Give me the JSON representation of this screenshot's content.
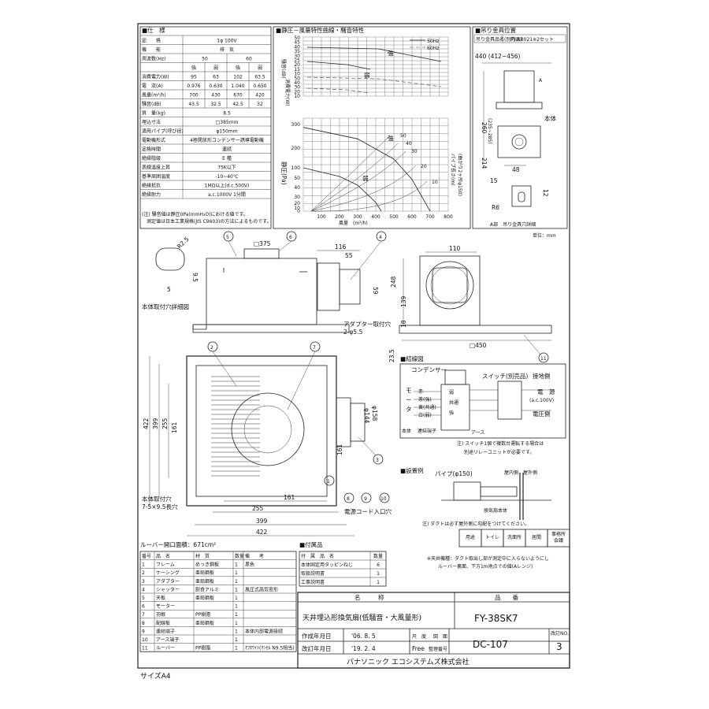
{
  "spec": {
    "header": "■仕　様",
    "rows": [
      [
        "定　　格",
        "1φ 100V"
      ],
      [
        "機　　能",
        "排　気"
      ],
      [
        "周波数(Hz)",
        "50",
        "60"
      ],
      [
        "",
        "強",
        "弱",
        "強",
        "弱"
      ],
      [
        "消費電力(W)",
        "95",
        "63",
        "102",
        "63.5"
      ],
      [
        "電　流(A)",
        "0.976",
        "0.630",
        "1.040",
        "0.650"
      ],
      [
        "風量(m³/h)",
        "700",
        "430",
        "670",
        "420"
      ],
      [
        "騒音(dB)",
        "43.5",
        "32.5",
        "42.5",
        "32"
      ],
      [
        "質　量(kg)",
        "8.5"
      ],
      [
        "埋込寸法",
        "□385mm"
      ],
      [
        "適用パイプ(呼び径)",
        "φ150mm"
      ],
      [
        "電動機形式",
        "4極開放形コンデンサー誘導電動機"
      ],
      [
        "定格時間",
        "連続"
      ],
      [
        "絶縁階級",
        "E 種"
      ],
      [
        "表線温度上昇",
        "75K以下"
      ],
      [
        "基準周囲温度",
        "-10~40℃"
      ],
      [
        "絶縁抵抗",
        "1MΩ以上(d.c.500V)"
      ],
      [
        "絶縁耐力",
        "a.c.1000V 1分間"
      ]
    ],
    "notes": [
      "(注) 騒音値は静圧0Pa(mmH₂O)における値です。",
      "測定値は日本工業規格(JIS C9603)の方法によるものです。"
    ]
  },
  "curve": {
    "header": "■静圧－風量特性曲線・騒音特性",
    "legend_50": "50Hz",
    "legend_60": "60Hz",
    "strong": "強",
    "weak": "弱",
    "ylabel_noise": "騒音(dB)",
    "ylabel_power": "消費電力(W)",
    "ylabel_pressure": "静圧(Pa)",
    "xlabel": "風量　(m³/h)",
    "pipe_label": "パイプ長さ(m)",
    "pipe_label2": "(曲がり2ヶ所φ150)",
    "pipe_lengths": [
      "50",
      "40",
      "30",
      "20",
      "10"
    ]
  },
  "chart_data": [
    {
      "type": "line",
      "title": "静圧－風量特性曲線・騒音特性",
      "xlabel": "風量 (m³/h)",
      "ylabel": "静圧(Pa)",
      "x_ticks": [
        100,
        200,
        300,
        400,
        500,
        600,
        700,
        800
      ],
      "y_ticks": [
        0,
        10,
        20,
        30,
        40,
        50,
        100,
        200,
        300
      ],
      "series": [
        {
          "name": "強 50Hz",
          "x": [
            0,
            300,
            500,
            600,
            700
          ],
          "y": [
            290,
            250,
            180,
            110,
            0
          ]
        },
        {
          "name": "弱 50Hz",
          "x": [
            0,
            200,
            300,
            400,
            430
          ],
          "y": [
            150,
            120,
            90,
            30,
            0
          ]
        }
      ]
    }
  ],
  "mount": {
    "header": "■吊り金具位置",
    "label1": "吊り金具品名(別売品)",
    "label2": "FY-KB021※2セット",
    "dim440": "440 (412~456)",
    "dim260": "260",
    "dim260b": "(235~285)",
    "body": "本体",
    "dim214": "214",
    "dim48": "48",
    "dim15": "15",
    "dim12": "12",
    "dimR6": "R6",
    "detail": "A部　吊り金具穴詳細",
    "a_mark": "A"
  },
  "unit": "単位：mm",
  "front": {
    "r25": "R2.5",
    "d95": "9.5",
    "d5": "5",
    "hole_detail": "本体取付穴詳細図",
    "c5": "5",
    "c6": "6",
    "c4": "4",
    "d375": "□375",
    "d116": "116",
    "d55": "55",
    "d59": "59",
    "d110": "110",
    "d248": "248",
    "d139": "139",
    "d18": "18",
    "d450": "□450",
    "c11": "11",
    "adapter": "アダプター取付穴",
    "adapter2": "2-φ5.5",
    "d235": "23.5"
  },
  "plan": {
    "c2": "2",
    "c7": "7",
    "c3": "3",
    "c1": "1",
    "c8": "8",
    "c9": "9",
    "c10": "10",
    "d422": "422",
    "d399": "399",
    "d255": "255",
    "d161": "161",
    "d144": "φ144",
    "d158": "φ158",
    "d161b": "161",
    "d255b": "255",
    "d399b": "399",
    "d422b": "422",
    "hole": "本体取付穴",
    "hole2": "7-5×9.5長穴",
    "cord": "電源コード入口穴"
  },
  "wiring": {
    "header": "■結線図",
    "condenser": "コンデンサー",
    "switch": "スイッチ(別売品)",
    "ground_side": "接地側",
    "power": "電　源",
    "power2": "(a.c.100V)",
    "voltage_side": "電圧側",
    "motor": "モ\nー\nタ",
    "red": "赤",
    "brown": "茶(強)",
    "yellow": "黄(共通)",
    "white": "白(弱)",
    "body": "本体",
    "terminal": "連結端子",
    "earth": "アース",
    "weak": "弱",
    "strong": "強",
    "common": "共通",
    "note1": "注) スイッチ1個で複数台運転する場合は",
    "note2": "別途リレーユニットが必要です。"
  },
  "install": {
    "header": "■設置例",
    "pipe": "パイプ(φ150)",
    "inner": "屋内側",
    "outer": "屋外側",
    "fan": "換気扇本体",
    "note": "注) ダクトは必ず屋外側に勾配をつけてください。",
    "uses": [
      "用途",
      "トイレ",
      "洗面所",
      "居間",
      "事務所\n会議"
    ],
    "note_ceiling1": "※天井機種：ダクト取出し部が測定中に入らないようにし",
    "note_ceiling2": "ルーバー裏面、下方1m地点での値(Aレンジ)"
  },
  "louver": {
    "label": "ルーバー開口面積：671cm²"
  },
  "parts": {
    "headers": [
      "番号",
      "品　名",
      "材　質",
      "数量",
      "備　　考"
    ],
    "rows": [
      [
        "1",
        "フレーム",
        "めっき鋼板",
        "1",
        "黒色"
      ],
      [
        "2",
        "ケーシング",
        "亜鉛鋼板",
        "1",
        ""
      ],
      [
        "3",
        "アダプター",
        "亜鉛鋼板",
        "1",
        ""
      ],
      [
        "4",
        "シャッター",
        "耐食アルミ",
        "1",
        "風圧式高気密形"
      ],
      [
        "5",
        "天板",
        "亜鉛鋼板",
        "1",
        ""
      ],
      [
        "6",
        "モーター",
        "",
        "1",
        ""
      ],
      [
        "7",
        "羽根",
        "PP樹脂",
        "1",
        ""
      ],
      [
        "8",
        "配線板",
        "亜鉛鋼板",
        "1",
        ""
      ],
      [
        "9",
        "連結端子",
        "",
        "1",
        "本体内部電源接続"
      ],
      [
        "10",
        "アース端子",
        "",
        "1",
        ""
      ],
      [
        "11",
        "ルーバー",
        "PP樹脂",
        "1",
        "ｵﾌﾎﾜｲﾄ(ﾏﾝｾﾙ N9.5相当)"
      ]
    ]
  },
  "accessories": {
    "header": "■付属品",
    "headers": [
      "付　属　品　名",
      "数量"
    ],
    "rows": [
      [
        "本体固定用タッピンねじ",
        "6"
      ],
      [
        "取扱説明書",
        "1"
      ],
      [
        "工事説明書",
        "1"
      ]
    ]
  },
  "title_block": {
    "name_label": "名　　　称",
    "product_label": "品　　番",
    "name": "天井埋込形換気扇(低騒音・大風量形)",
    "model": "FY-38SK7",
    "created_label": "作成年月日",
    "created": "'06. 8. 5",
    "revised_label": "改訂年月日",
    "revised": "'19. 2. 4",
    "scale_label": "尺　度",
    "scale": "Free",
    "drawing_label": "図　面",
    "number_label": "整理番号",
    "drawing_no": "DC-107",
    "rev_label": "改訂NO.",
    "rev": "3",
    "company": "パナソニック エコシステムズ株式会社"
  },
  "size": "サイズA4"
}
